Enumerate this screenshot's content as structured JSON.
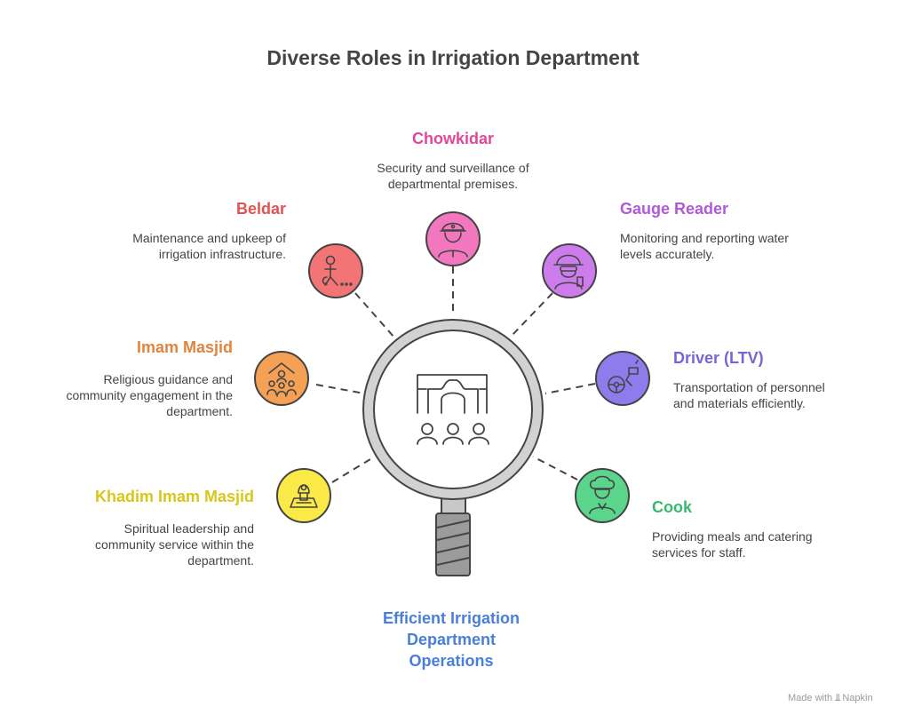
{
  "title": "Diverse Roles in Irrigation Department",
  "center": {
    "label_lines": [
      "Efficient Irrigation",
      "Department",
      "Operations"
    ],
    "icon": "department-people-icon",
    "color": "#4a7fd8"
  },
  "roles": [
    {
      "id": "chowkidar",
      "title": "Chowkidar",
      "desc": [
        "Security and surveillance of",
        "departmental premises."
      ],
      "color": "#e0489a",
      "fill": "#f277bf",
      "icon": "guard-icon"
    },
    {
      "id": "beldar",
      "title": "Beldar",
      "desc": [
        "Maintenance and upkeep of",
        "irrigation infrastructure."
      ],
      "color": "#e05353",
      "fill": "#f37474",
      "icon": "worker-icon"
    },
    {
      "id": "gauge-reader",
      "title": "Gauge Reader",
      "desc": [
        "Monitoring and reporting water",
        "levels accurately."
      ],
      "color": "#b159d6",
      "fill": "#cc7ceb",
      "icon": "gauge-reader-icon"
    },
    {
      "id": "imam-masjid",
      "title": "Imam Masjid",
      "desc": [
        "Religious guidance and",
        "community engagement in the",
        "department."
      ],
      "color": "#e0843e",
      "fill": "#f4a055",
      "icon": "mosque-community-icon"
    },
    {
      "id": "driver",
      "title": "Driver (LTV)",
      "desc": [
        "Transportation of personnel",
        "and materials efficiently."
      ],
      "color": "#7a63d9",
      "fill": "#8f7cec",
      "icon": "steering-wheel-icon"
    },
    {
      "id": "khadim",
      "title": "Khadim Imam Masjid",
      "desc": [
        "Spiritual leadership and",
        "community service within the",
        "department."
      ],
      "color": "#d8c718",
      "fill": "#fbe948",
      "icon": "leader-map-icon"
    },
    {
      "id": "cook",
      "title": "Cook",
      "desc": [
        "Providing meals and catering",
        "services for staff."
      ],
      "color": "#3ab86f",
      "fill": "#5ad58b",
      "icon": "chef-icon"
    }
  ],
  "footer": {
    "prefix": "Made with",
    "brand": "Napkin"
  }
}
